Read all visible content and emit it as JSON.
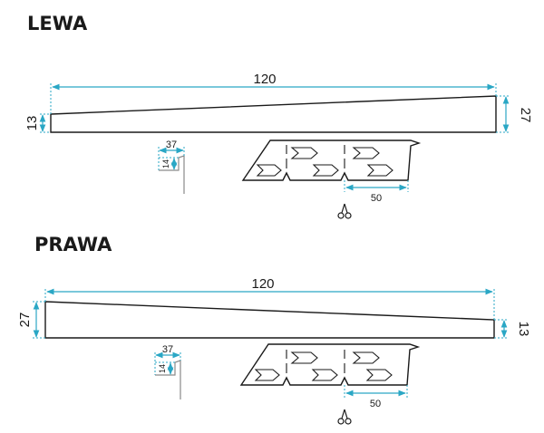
{
  "sections": [
    {
      "title": "LEWA",
      "length_label": "120",
      "left_height_label": "13",
      "right_height_label": "27",
      "profile_width_label": "37",
      "profile_height_label": "14",
      "segment_label": "50"
    },
    {
      "title": "PRAWA",
      "length_label": "120",
      "left_height_label": "27",
      "right_height_label": "13",
      "profile_width_label": "37",
      "profile_height_label": "14",
      "segment_label": "50"
    }
  ],
  "colors": {
    "dimension": "#2aa7c5",
    "outline": "#1a1a1a"
  },
  "icons": {
    "cut_marker": "scissors-icon"
  }
}
